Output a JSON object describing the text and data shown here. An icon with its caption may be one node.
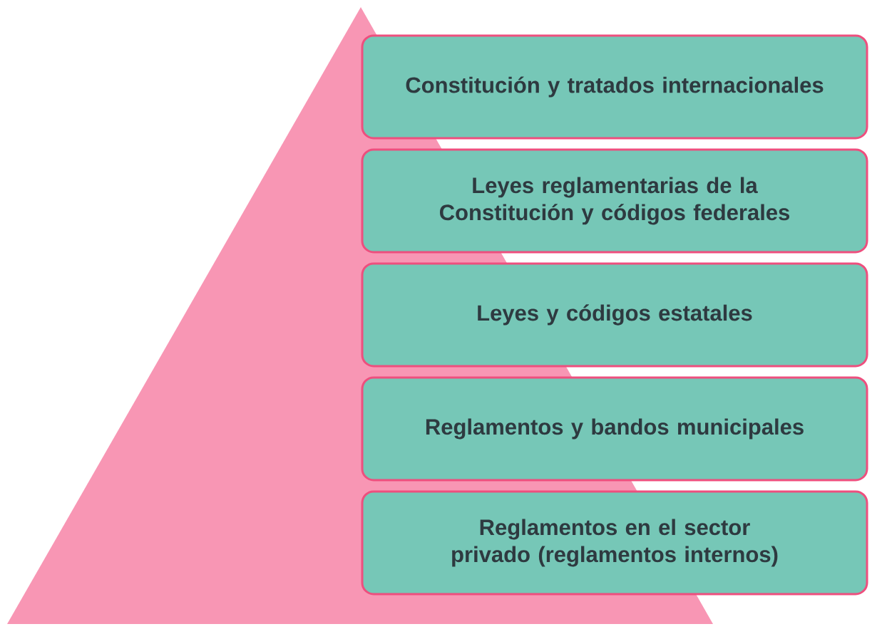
{
  "diagram": {
    "nodes": [
      {
        "text": [
          "Constitución y tratados internacionales"
        ]
      },
      {
        "text": [
          "Leyes reglamentarias de la Constitución y códigos federales"
        ]
      },
      {
        "text": [
          "Leyes y códigos estatales"
        ]
      },
      {
        "text": [
          "Reglamentos y bandos municipales"
        ]
      },
      {
        "text": [
          "Reglamentos en el sector privado (reglamentos internos)"
        ]
      }
    ]
  }
}
